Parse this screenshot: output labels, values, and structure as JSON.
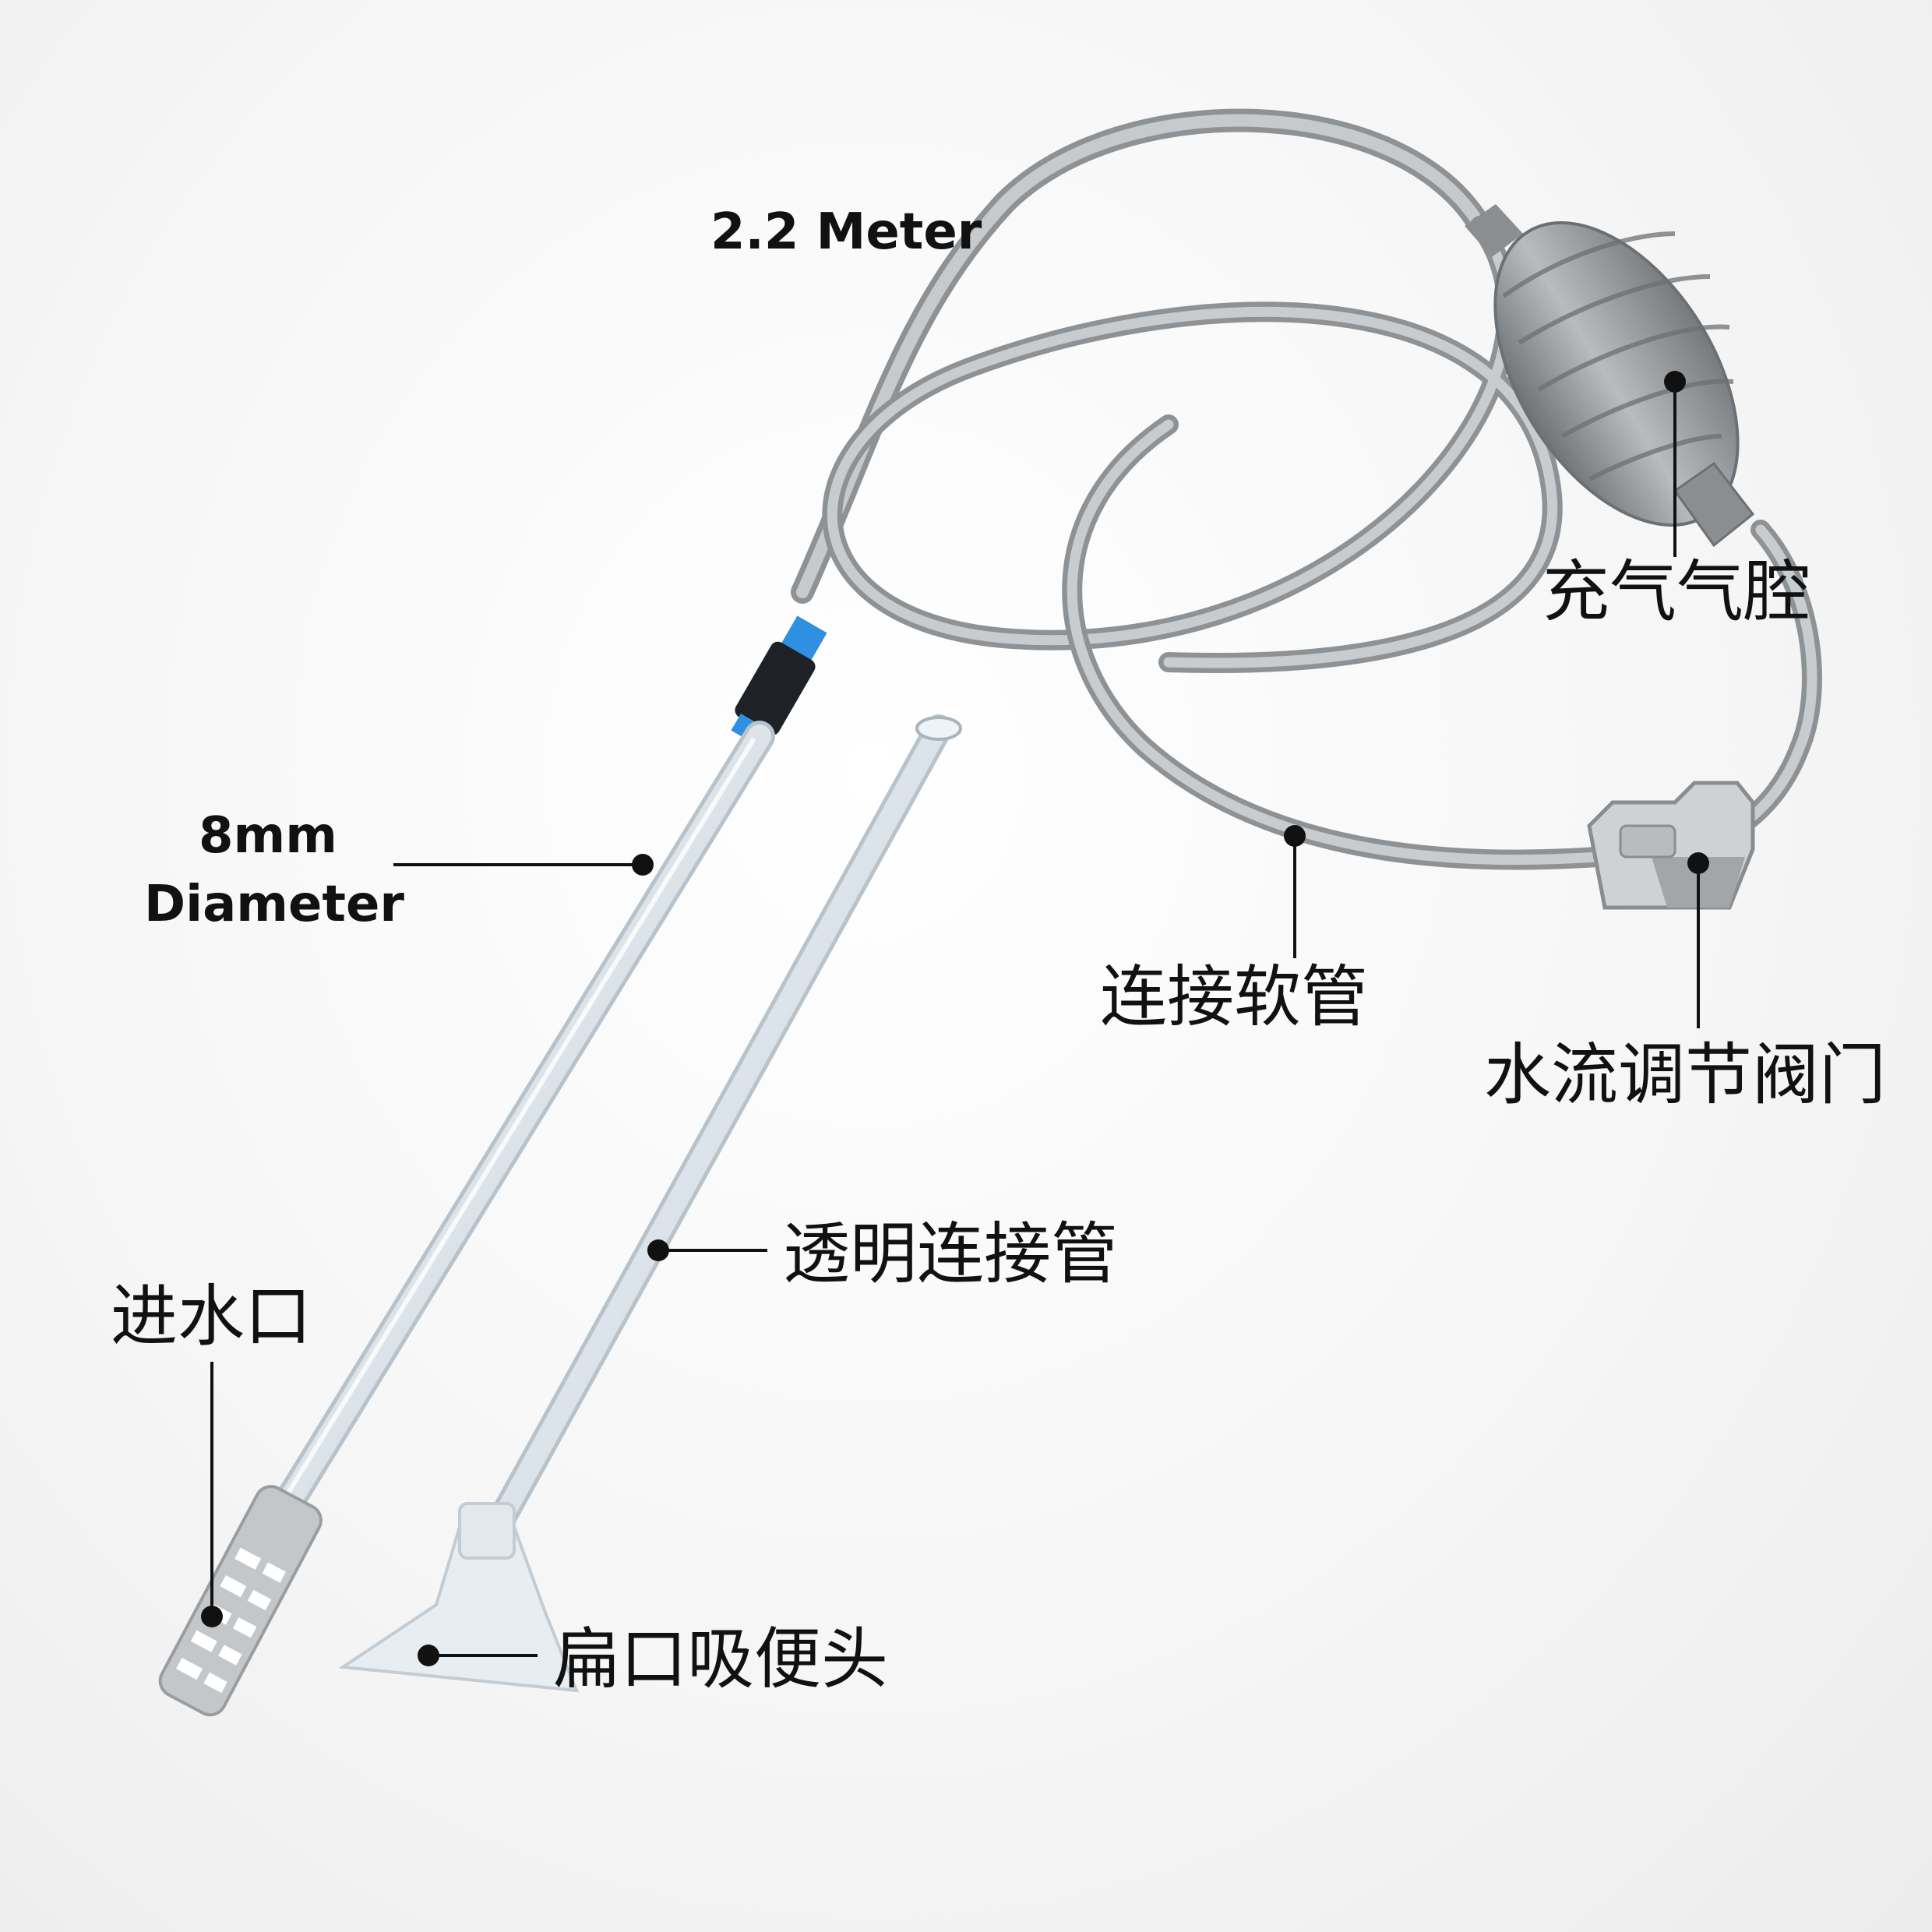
{
  "labels": {
    "length": "2.2 Meter",
    "diameter_line1": "8mm",
    "diameter_line2": "Diameter",
    "bulb": "充气气腔",
    "hose": "连接软管",
    "valve": "水流调节阀门",
    "clear_tube": "透明连接管",
    "inlet": "进水口",
    "flat_head": "扁口吸便头"
  },
  "colors": {
    "hose": "#a9acad",
    "bulb": "#8e9194",
    "connector": "#1e2226",
    "connector_ring": "#2f8fe0",
    "clear_tube": "#dde6ee",
    "text": "#111111"
  }
}
